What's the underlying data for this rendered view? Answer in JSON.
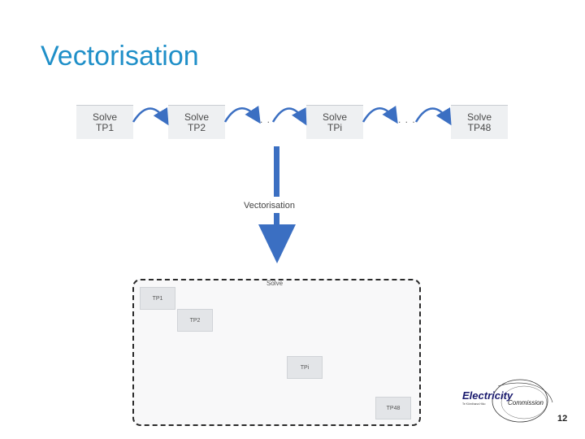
{
  "title": "Vectorisation",
  "top_row": {
    "boxes": [
      {
        "line1": "Solve",
        "line2": "TP1"
      },
      {
        "line1": "Solve",
        "line2": "TP2"
      },
      {
        "line1": "Solve",
        "line2": "TPi"
      },
      {
        "line1": "Solve",
        "line2": "TP48"
      }
    ],
    "ellipsis": ". .",
    "ellipsis2": ". . ."
  },
  "transition_label": "Vectorisation",
  "solve_block": {
    "label": "Solve",
    "tps": [
      "TP1",
      "TP2",
      "TPi",
      "TP48"
    ]
  },
  "logo": {
    "name": "Electricity",
    "sub": "Commission",
    "tagline": "Te Kōmihana Hiko",
    "colors": {
      "dark": "#1a1a6e",
      "line": "#333333"
    }
  },
  "page_number": "12",
  "colors": {
    "title": "#1f8fc8",
    "arrow": "#3b6fc2",
    "curve": "#3b6fc2"
  }
}
